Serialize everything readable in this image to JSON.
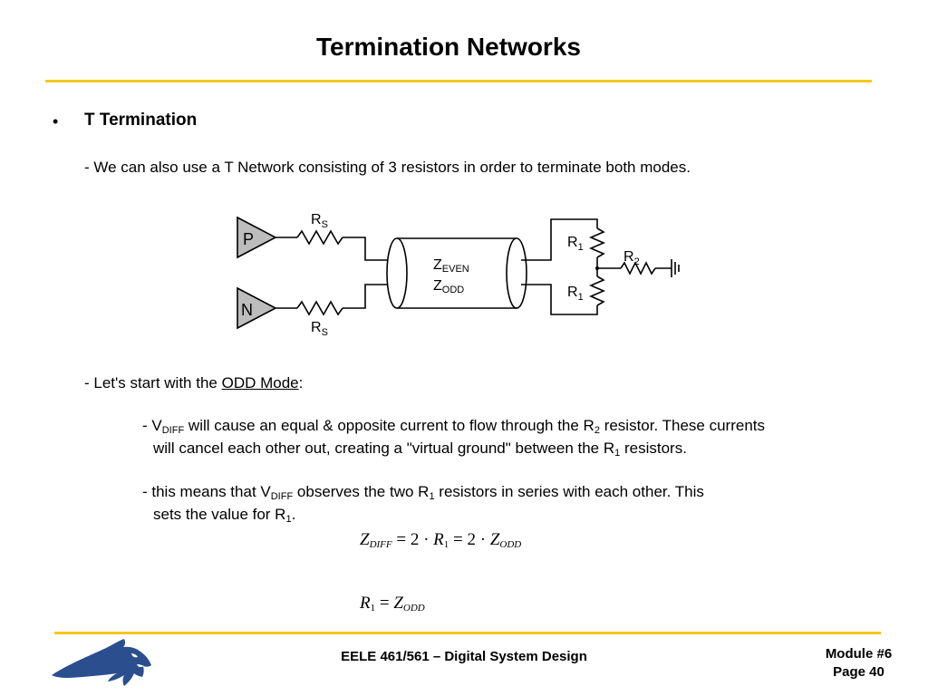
{
  "title": "Termination Networks",
  "bullet": {
    "marker": "•",
    "heading": "T Termination"
  },
  "intro": "- We can also use a T Network consisting of 3 resistors in order to terminate both modes.",
  "diagram": {
    "driver_p": "P",
    "driver_n": "N",
    "rs_main": "R",
    "rs_sub": "S",
    "zeven_main": "Z",
    "zeven_sub": "EVEN",
    "zodd_main": "Z",
    "zodd_sub": "ODD",
    "r1_main": "R",
    "r1_sub": "1",
    "r2_main": "R",
    "r2_sub": "2"
  },
  "odd_intro": {
    "prefix": "- Let's start with the ",
    "link": "ODD Mode",
    "suffix": ":"
  },
  "point1": {
    "l1_a": "- V",
    "l1_sub": "DIFF",
    "l1_b": " will cause an equal & opposite current to flow through the R",
    "l1_sub2": "2",
    "l1_c": " resistor.  These currents",
    "l2_a": "will cancel each other out, creating a \"virtual ground\" between the R",
    "l2_sub": "1",
    "l2_b": " resistors."
  },
  "point2": {
    "l1_a": "- this means that V",
    "l1_sub": "DIFF",
    "l1_b": " observes the two R",
    "l1_sub2": "1",
    "l1_c": " resistors in series with each other.  This",
    "l2_a": "sets the value for R",
    "l2_sub": "1",
    "l2_b": "."
  },
  "eq1": {
    "a": "Z",
    "a_sub": "DIFF",
    "eq": " = 2 · ",
    "b": "R",
    "b_sub": "1",
    "eq2": " = 2 · ",
    "c": "Z",
    "c_sub": "ODD"
  },
  "eq2": {
    "a": "R",
    "a_sub": "1",
    "eq": " = ",
    "b": "Z",
    "b_sub": "ODD"
  },
  "footer": {
    "course": "EELE 461/561 – Digital System Design",
    "module": "Module #6",
    "page": "Page 40"
  },
  "colors": {
    "rule": "#f2c81f",
    "logo": "#2b4f8e"
  }
}
